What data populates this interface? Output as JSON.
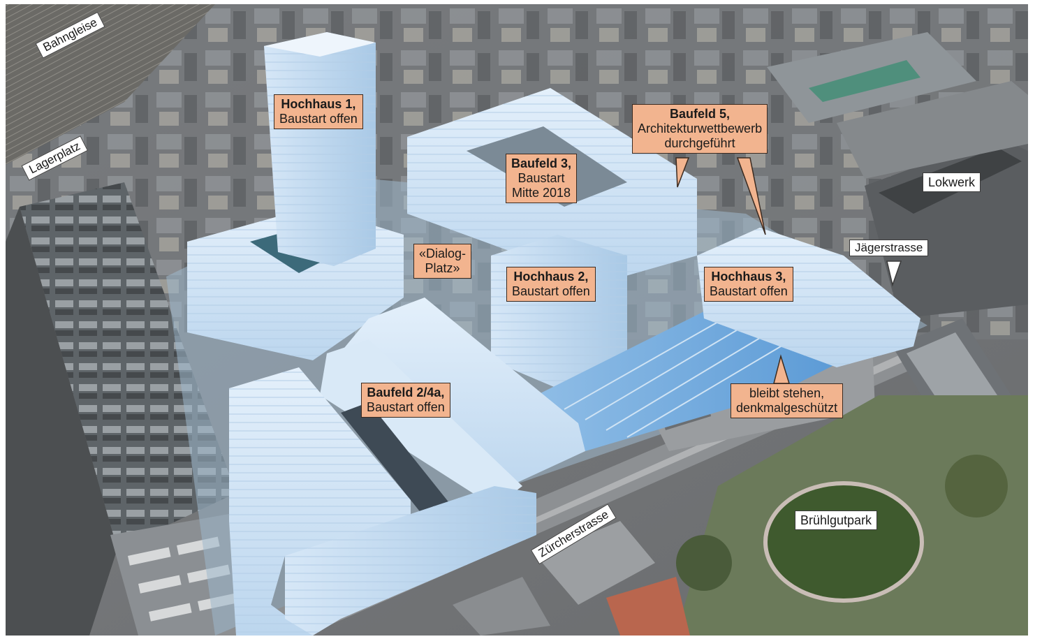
{
  "callouts": {
    "hochhaus1": {
      "title": "Hochhaus 1,",
      "line1": "Baustart offen"
    },
    "baufeld3": {
      "title": "Baufeld 3,",
      "line1": "Baustart",
      "line2": "Mitte 2018"
    },
    "baufeld5": {
      "title": "Baufeld 5,",
      "line1": "Architekturwettbewerb",
      "line2": "durchgeführt"
    },
    "dialogplatz": {
      "line1": "«Dialog-",
      "line2": "Platz»"
    },
    "hochhaus2": {
      "title": "Hochhaus 2,",
      "line1": "Baustart offen"
    },
    "hochhaus3": {
      "title": "Hochhaus 3,",
      "line1": "Baustart offen"
    },
    "baufeld24a": {
      "title": "Baufeld 2/4a,",
      "line1": "Baustart offen"
    },
    "bleibt": {
      "line1": "bleibt stehen,",
      "line2": "denkmalgeschützt"
    }
  },
  "places": {
    "lokwerk": "Lokwerk",
    "bruehlgutpark": "Brühlgutpark"
  },
  "streets": {
    "bahngleise": "Bahngleise",
    "lagerplatz": "Lagerplatz",
    "jaegerstrasse": "Jägerstrasse",
    "zuercherstrasse": "Zürcherstrasse"
  },
  "colors": {
    "callout_fill": "#f2b48f",
    "planned_building": "#cfe4f6",
    "existing_roof": "#8a8f94",
    "park_green": "#4a6a34"
  }
}
